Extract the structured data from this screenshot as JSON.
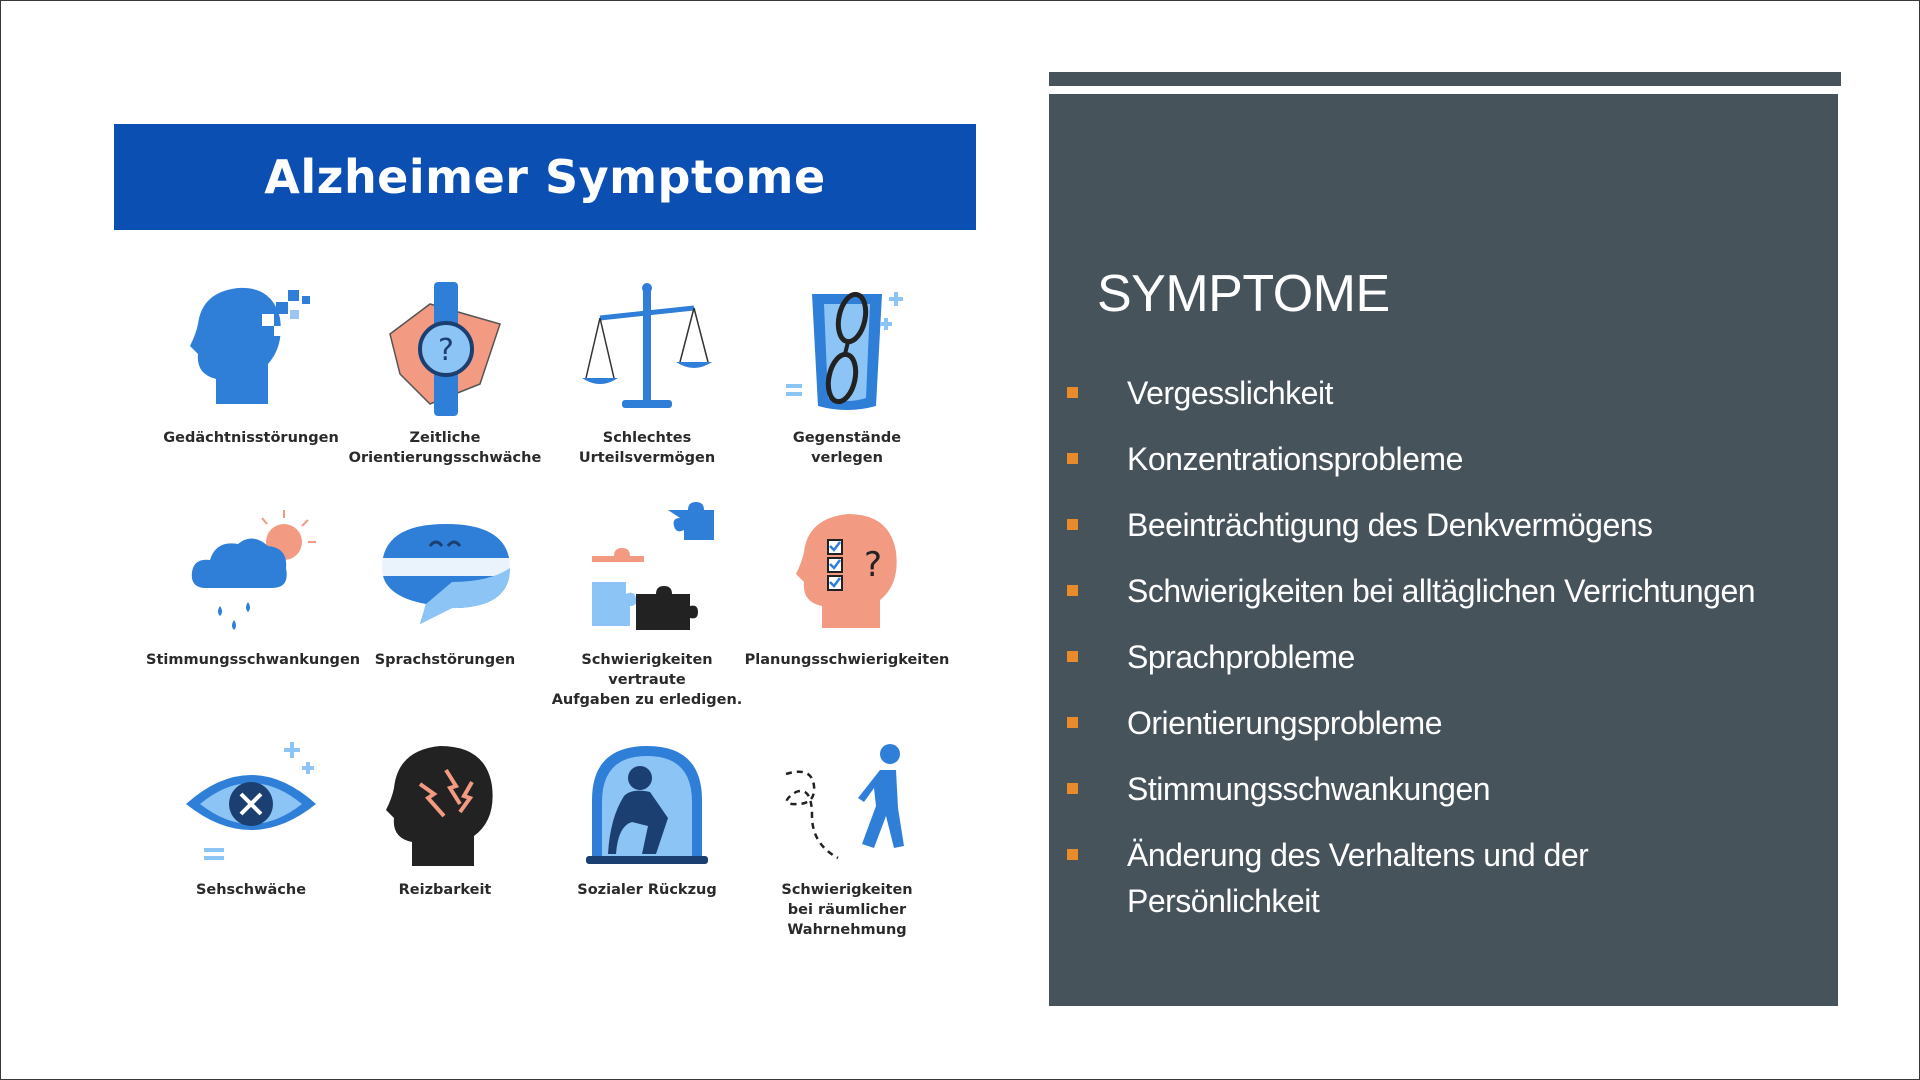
{
  "infographic": {
    "title": "Alzheimer Symptome",
    "tiles": [
      {
        "label": "Gedächtnisstörungen",
        "icon": "head-memory-icon"
      },
      {
        "label": "Zeitliche\nOrientierungsschwäche",
        "icon": "watch-question-icon"
      },
      {
        "label": "Schlechtes\nUrteilsvermögen",
        "icon": "scale-icon"
      },
      {
        "label": "Gegenstände\nverlegen",
        "icon": "glasses-icon"
      },
      {
        "label": "Stimmungsschwankungen",
        "icon": "cloud-rain-icon"
      },
      {
        "label": "Sprachstörungen",
        "icon": "speech-bubble-icon"
      },
      {
        "label": "Schwierigkeiten vertraute\nAufgaben zu erledigen.",
        "icon": "puzzle-icon"
      },
      {
        "label": "Planungsschwierigkeiten",
        "icon": "head-checklist-icon"
      },
      {
        "label": "Sehschwäche",
        "icon": "eye-icon"
      },
      {
        "label": "Reizbarkeit",
        "icon": "head-lightning-icon"
      },
      {
        "label": "Sozialer Rückzug",
        "icon": "person-dome-icon"
      },
      {
        "label": "Schwierigkeiten\nbei räumlicher Wahrnehmung",
        "icon": "walking-person-icon"
      }
    ]
  },
  "panel": {
    "title": "SYMPTOME",
    "items": [
      "Vergesslichkeit",
      "Konzentrationsprobleme",
      "Beeinträchtigung des Denkvermögens",
      "Schwierigkeiten bei alltäglichen Verrichtungen",
      "Sprachprobleme",
      "Orientierungsprobleme",
      "Stimmungsschwankungen",
      "Änderung des Verhaltens und der Persönlichkeit"
    ]
  },
  "colors": {
    "header_blue": "#0b4fb3",
    "icon_blue": "#2f7fd8",
    "accent_salmon": "#f29a82",
    "panel_gray": "#47535b",
    "bullet_orange": "#e98a2b"
  }
}
